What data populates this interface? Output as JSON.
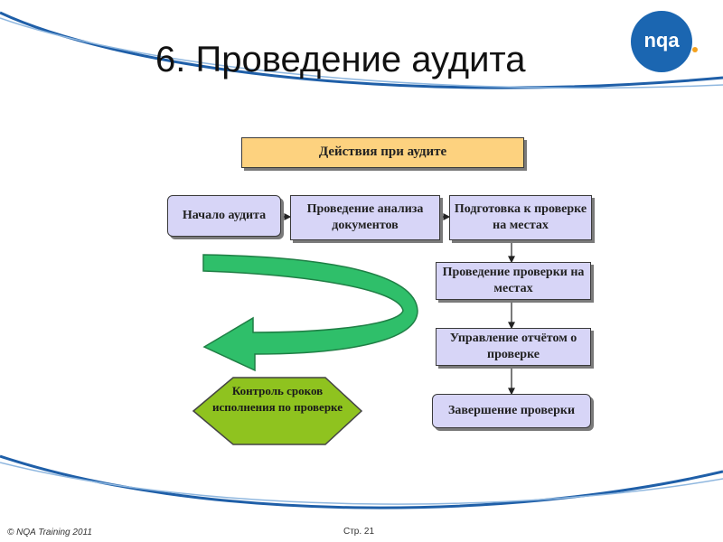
{
  "slide": {
    "title": "6. Проведение аудита",
    "logo_text": "nqa",
    "footer_copyright": "© NQA Training 2011",
    "footer_page": "Стр. 21"
  },
  "diagram": {
    "header": "Действия при аудите",
    "steps": [
      "Начало аудита",
      "Проведение анализа документов",
      "Подготовка к проверке на местах",
      "Проведение проверки на местах",
      "Управление отчётом о проверке",
      "Завершение проверки"
    ],
    "control": "Контроль сроков исполнения по проверке"
  },
  "colors": {
    "header_fill": "#fdd27f",
    "step_fill": "#d7d5f7",
    "arrow_fill": "#2fbf6a",
    "control_fill": "#8fc31f",
    "logo": "#1b66b1",
    "curve": "#1f5fa8"
  }
}
